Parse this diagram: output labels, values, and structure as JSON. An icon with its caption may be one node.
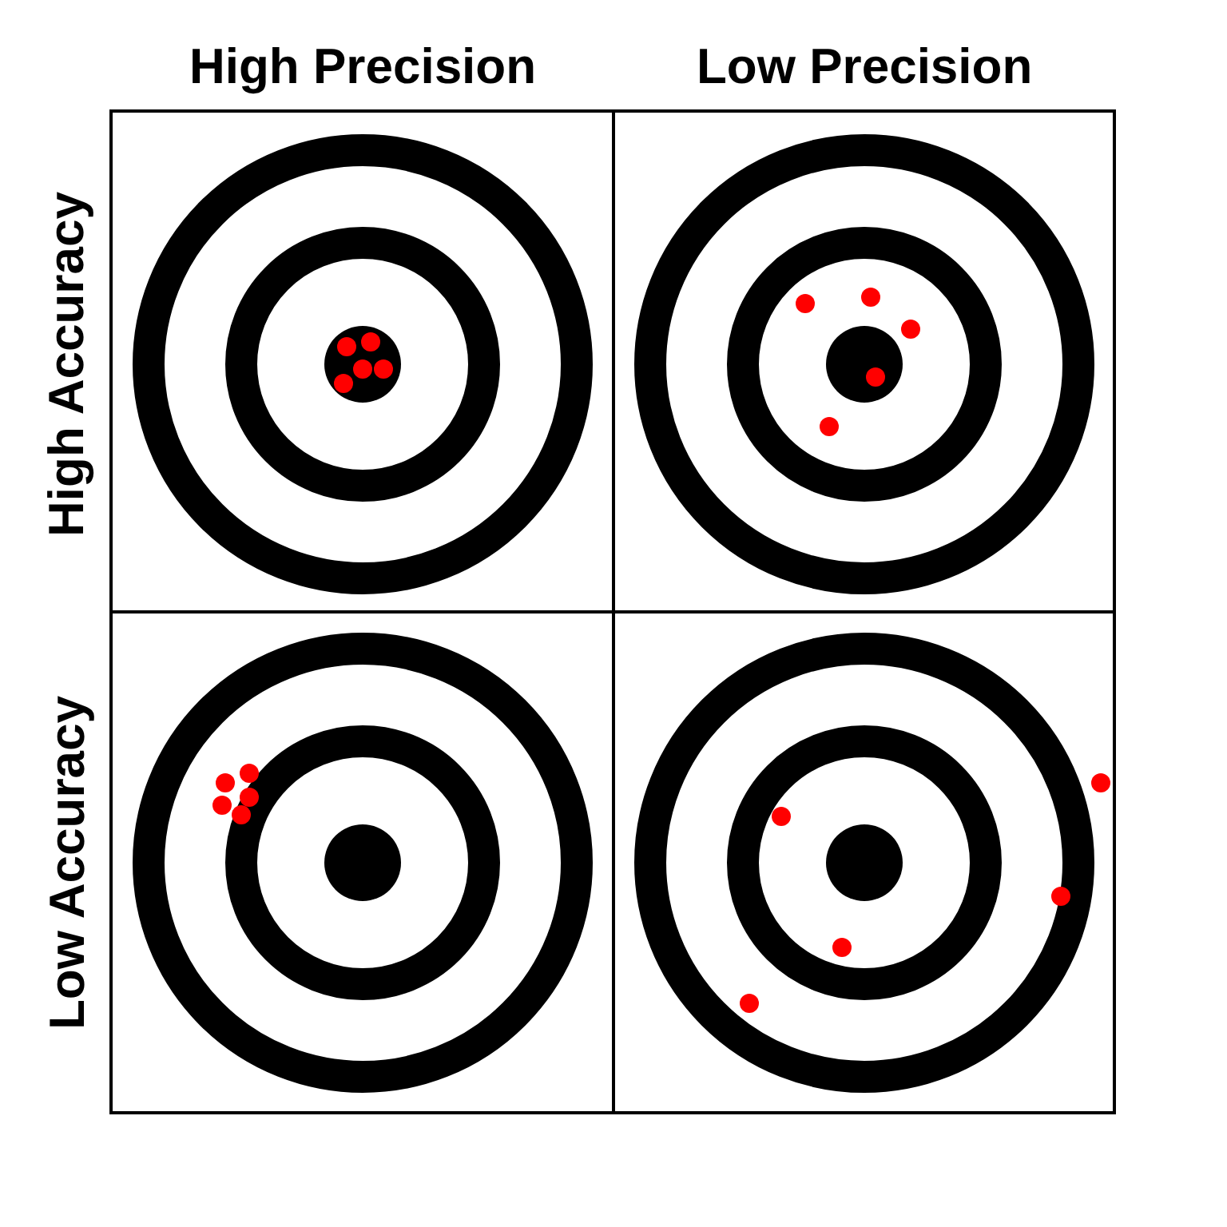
{
  "diagram": {
    "labels": [
      "High Precision",
      "Low Precision",
      "High Accuracy",
      "Low Accuracy"
    ]
  }
}
